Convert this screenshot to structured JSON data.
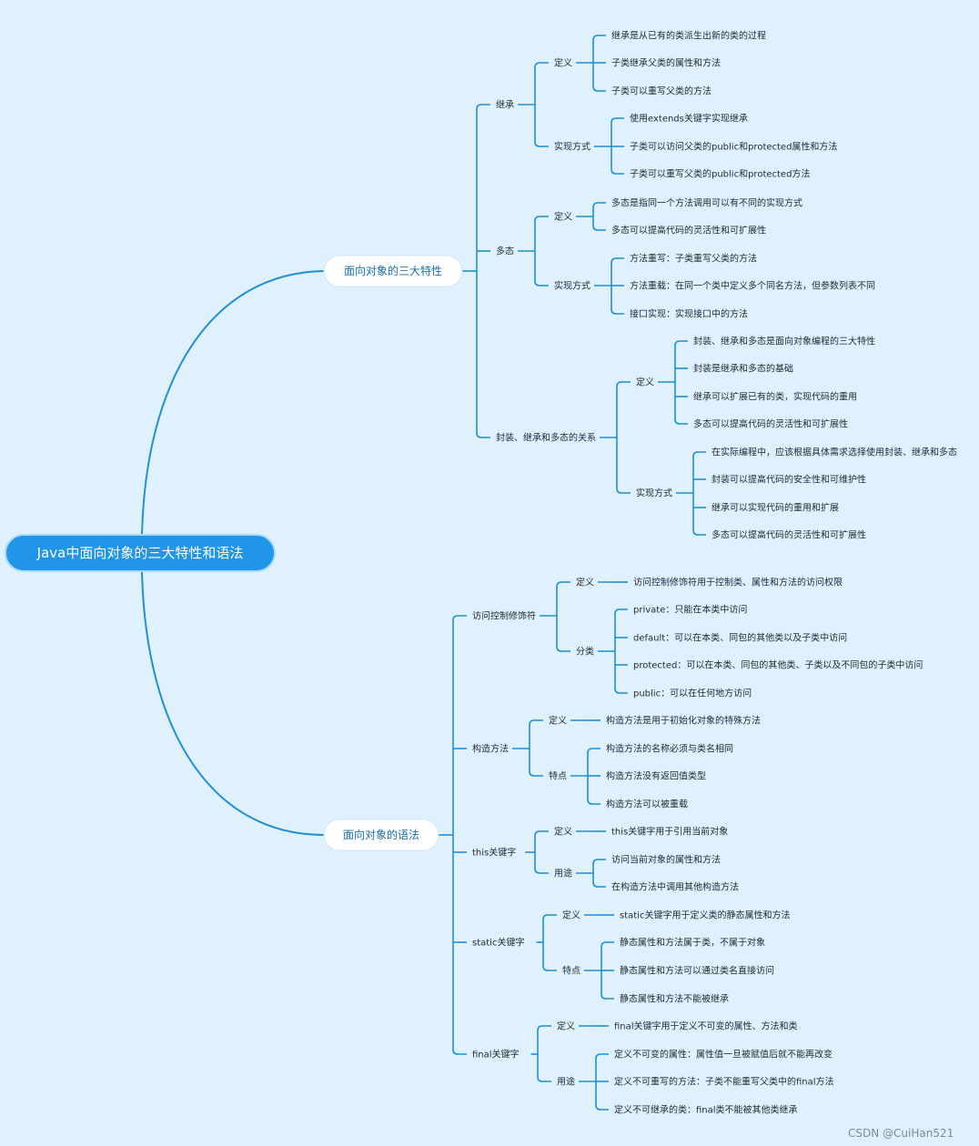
{
  "colors": {
    "background": "#dff1fc",
    "line": "#1d8fd6",
    "root_fill": "#2196e8",
    "main_fill": "#ffffff"
  },
  "root": "Java中面向对象的三大特性和语法",
  "watermark": "CSDN @CuiHan521",
  "branches": [
    {
      "label": "面向对象的三大特性",
      "children": [
        {
          "label": "继承",
          "children": [
            {
              "label": "定义",
              "children": [
                "继承是从已有的类派生出新的类的过程",
                "子类继承父类的属性和方法",
                "子类可以重写父类的方法"
              ]
            },
            {
              "label": "实现方式",
              "children": [
                "使用extends关键字实现继承",
                "子类可以访问父类的public和protected属性和方法",
                "子类可以重写父类的public和protected方法"
              ]
            }
          ]
        },
        {
          "label": "多态",
          "children": [
            {
              "label": "定义",
              "children": [
                "多态是指同一个方法调用可以有不同的实现方式",
                "多态可以提高代码的灵活性和可扩展性"
              ]
            },
            {
              "label": "实现方式",
              "children": [
                "方法重写：子类重写父类的方法",
                "方法重载：在同一个类中定义多个同名方法，但参数列表不同",
                "接口实现：实现接口中的方法"
              ]
            }
          ]
        },
        {
          "label": "封装、继承和多态的关系",
          "children": [
            {
              "label": "定义",
              "children": [
                "封装、继承和多态是面向对象编程的三大特性",
                "封装是继承和多态的基础",
                "继承可以扩展已有的类，实现代码的重用",
                "多态可以提高代码的灵活性和可扩展性"
              ]
            },
            {
              "label": "实现方式",
              "children": [
                "在实际编程中，应该根据具体需求选择使用封装、继承和多态",
                "封装可以提高代码的安全性和可维护性",
                "继承可以实现代码的重用和扩展",
                "多态可以提高代码的灵活性和可扩展性"
              ]
            }
          ]
        }
      ]
    },
    {
      "label": "面向对象的语法",
      "children": [
        {
          "label": "访问控制修饰符",
          "children": [
            {
              "label": "定义",
              "children": [
                "访问控制修饰符用于控制类、属性和方法的访问权限"
              ]
            },
            {
              "label": "分类",
              "children": [
                "private：只能在本类中访问",
                "default：可以在本类、同包的其他类以及子类中访问",
                "protected：可以在本类、同包的其他类、子类以及不同包的子类中访问",
                "public：可以在任何地方访问"
              ]
            }
          ]
        },
        {
          "label": "构造方法",
          "children": [
            {
              "label": "定义",
              "children": [
                "构造方法是用于初始化对象的特殊方法"
              ]
            },
            {
              "label": "特点",
              "children": [
                "构造方法的名称必须与类名相同",
                "构造方法没有返回值类型",
                "构造方法可以被重载"
              ]
            }
          ]
        },
        {
          "label": "this关键字",
          "children": [
            {
              "label": "定义",
              "children": [
                "this关键字用于引用当前对象"
              ]
            },
            {
              "label": "用途",
              "children": [
                "访问当前对象的属性和方法",
                "在构造方法中调用其他构造方法"
              ]
            }
          ]
        },
        {
          "label": "static关键字",
          "children": [
            {
              "label": "定义",
              "children": [
                "static关键字用于定义类的静态属性和方法"
              ]
            },
            {
              "label": "特点",
              "children": [
                "静态属性和方法属于类，不属于对象",
                "静态属性和方法可以通过类名直接访问",
                "静态属性和方法不能被继承"
              ]
            }
          ]
        },
        {
          "label": "final关键字",
          "children": [
            {
              "label": "定义",
              "children": [
                "final关键字用于定义不可变的属性、方法和类"
              ]
            },
            {
              "label": "用途",
              "children": [
                "定义不可变的属性：属性值一旦被赋值后就不能再改变",
                "定义不可重写的方法：子类不能重写父类中的final方法",
                "定义不可继承的类：final类不能被其他类继承"
              ]
            }
          ]
        }
      ]
    }
  ]
}
